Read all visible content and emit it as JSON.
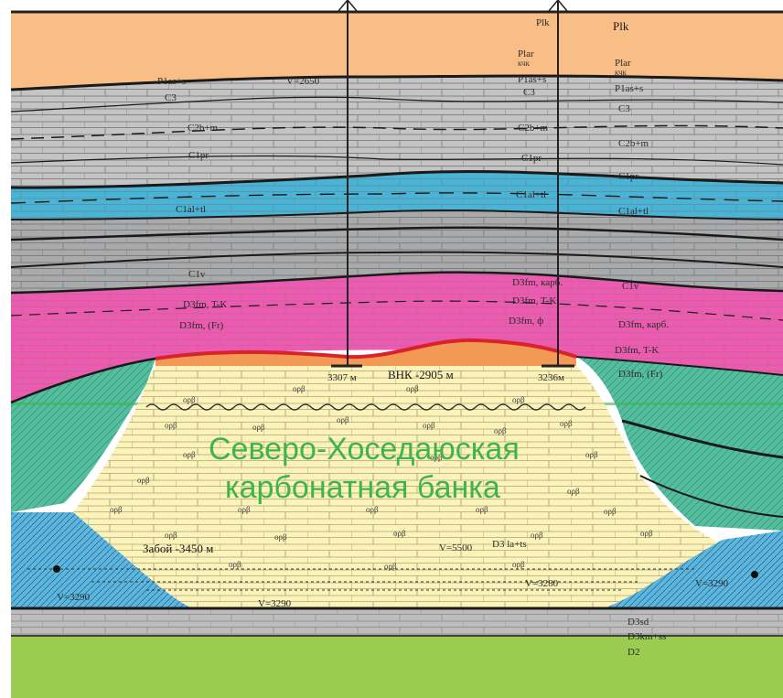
{
  "section_title": {
    "line1": "Северо-Хоседаюская",
    "line2": "карбонатная банка"
  },
  "layer_labels": [
    {
      "id": "plk-1",
      "text": "Plk"
    },
    {
      "id": "plk-2",
      "text": "Plk"
    },
    {
      "id": "plar-1",
      "text": "Plar"
    },
    {
      "id": "plar-1b",
      "text": "кчк"
    },
    {
      "id": "plar-2",
      "text": "Plar"
    },
    {
      "id": "plar-2b",
      "text": "кчк"
    },
    {
      "id": "p1as-left",
      "text": "P1as+s"
    },
    {
      "id": "p1as-mid",
      "text": "P1as+s"
    },
    {
      "id": "p1as-right",
      "text": "P1as+s"
    },
    {
      "id": "v2650",
      "text": "V=2650"
    },
    {
      "id": "c3-left",
      "text": "C3"
    },
    {
      "id": "c3-mid",
      "text": "C3"
    },
    {
      "id": "c3-right",
      "text": "C3"
    },
    {
      "id": "c2bm-left",
      "text": "C2b+m"
    },
    {
      "id": "c2bm-mid",
      "text": "C2b+m"
    },
    {
      "id": "c2bm-right",
      "text": "C2b+m"
    },
    {
      "id": "c1pr-left",
      "text": "C1pr"
    },
    {
      "id": "c1pr-mid",
      "text": "C1pr"
    },
    {
      "id": "c1pr-right",
      "text": "C1pr"
    },
    {
      "id": "c1al-left",
      "text": "C1al+tl"
    },
    {
      "id": "c1al-mid",
      "text": "C1al+tl"
    },
    {
      "id": "c1al-right",
      "text": "C1al+tl"
    },
    {
      "id": "c1v-left",
      "text": "C1v"
    },
    {
      "id": "c1v-right",
      "text": "C1v"
    },
    {
      "id": "d3fm-tk-left",
      "text": "D3fm, T-K"
    },
    {
      "id": "d3fm-fr-left",
      "text": "D3fm, (Fr)"
    },
    {
      "id": "d3fm-karb-top",
      "text": "D3fm, карб."
    },
    {
      "id": "d3fm-tk-mid",
      "text": "D3fm, T-K"
    },
    {
      "id": "d3fm-mid",
      "text": "D3fm, ф"
    },
    {
      "id": "d3fm-karb-right",
      "text": "D3fm, карб."
    },
    {
      "id": "d3fm-tk-right",
      "text": "D3fm, T-K"
    },
    {
      "id": "d3fm-fr-right",
      "text": "D3fm, (Fr)"
    },
    {
      "id": "vnk",
      "text": "ВНК -2905 м"
    },
    {
      "id": "well1-depth",
      "text": "3307 м"
    },
    {
      "id": "well2-depth",
      "text": "3236м"
    },
    {
      "id": "zaboy",
      "text": "Забой -3450 м"
    },
    {
      "id": "v5500",
      "text": "V=5500"
    },
    {
      "id": "d3la",
      "text": "D3 la+ts"
    },
    {
      "id": "v3280-right",
      "text": "V=3280"
    },
    {
      "id": "v3290-left",
      "text": "V=3290"
    },
    {
      "id": "v3290-bottom",
      "text": "V=3290"
    },
    {
      "id": "v3290-right",
      "text": "V=3290"
    },
    {
      "id": "d3sd",
      "text": "D3sd"
    },
    {
      "id": "d3km",
      "text": "D3km+ss"
    },
    {
      "id": "d2",
      "text": "D2"
    }
  ],
  "reef_symbol": "ορβ",
  "colors": {
    "orange": "#f9be86",
    "gray": "#c4c4c4",
    "darkgray": "#a9aaac",
    "blue": "#49b4d6",
    "pink": "#ec5ab2",
    "green": "#52bf9e",
    "cream": "#fbf3b8",
    "lightblue": "#5bb7e2",
    "ground": "#9ccb52",
    "title": "#3db54a"
  }
}
